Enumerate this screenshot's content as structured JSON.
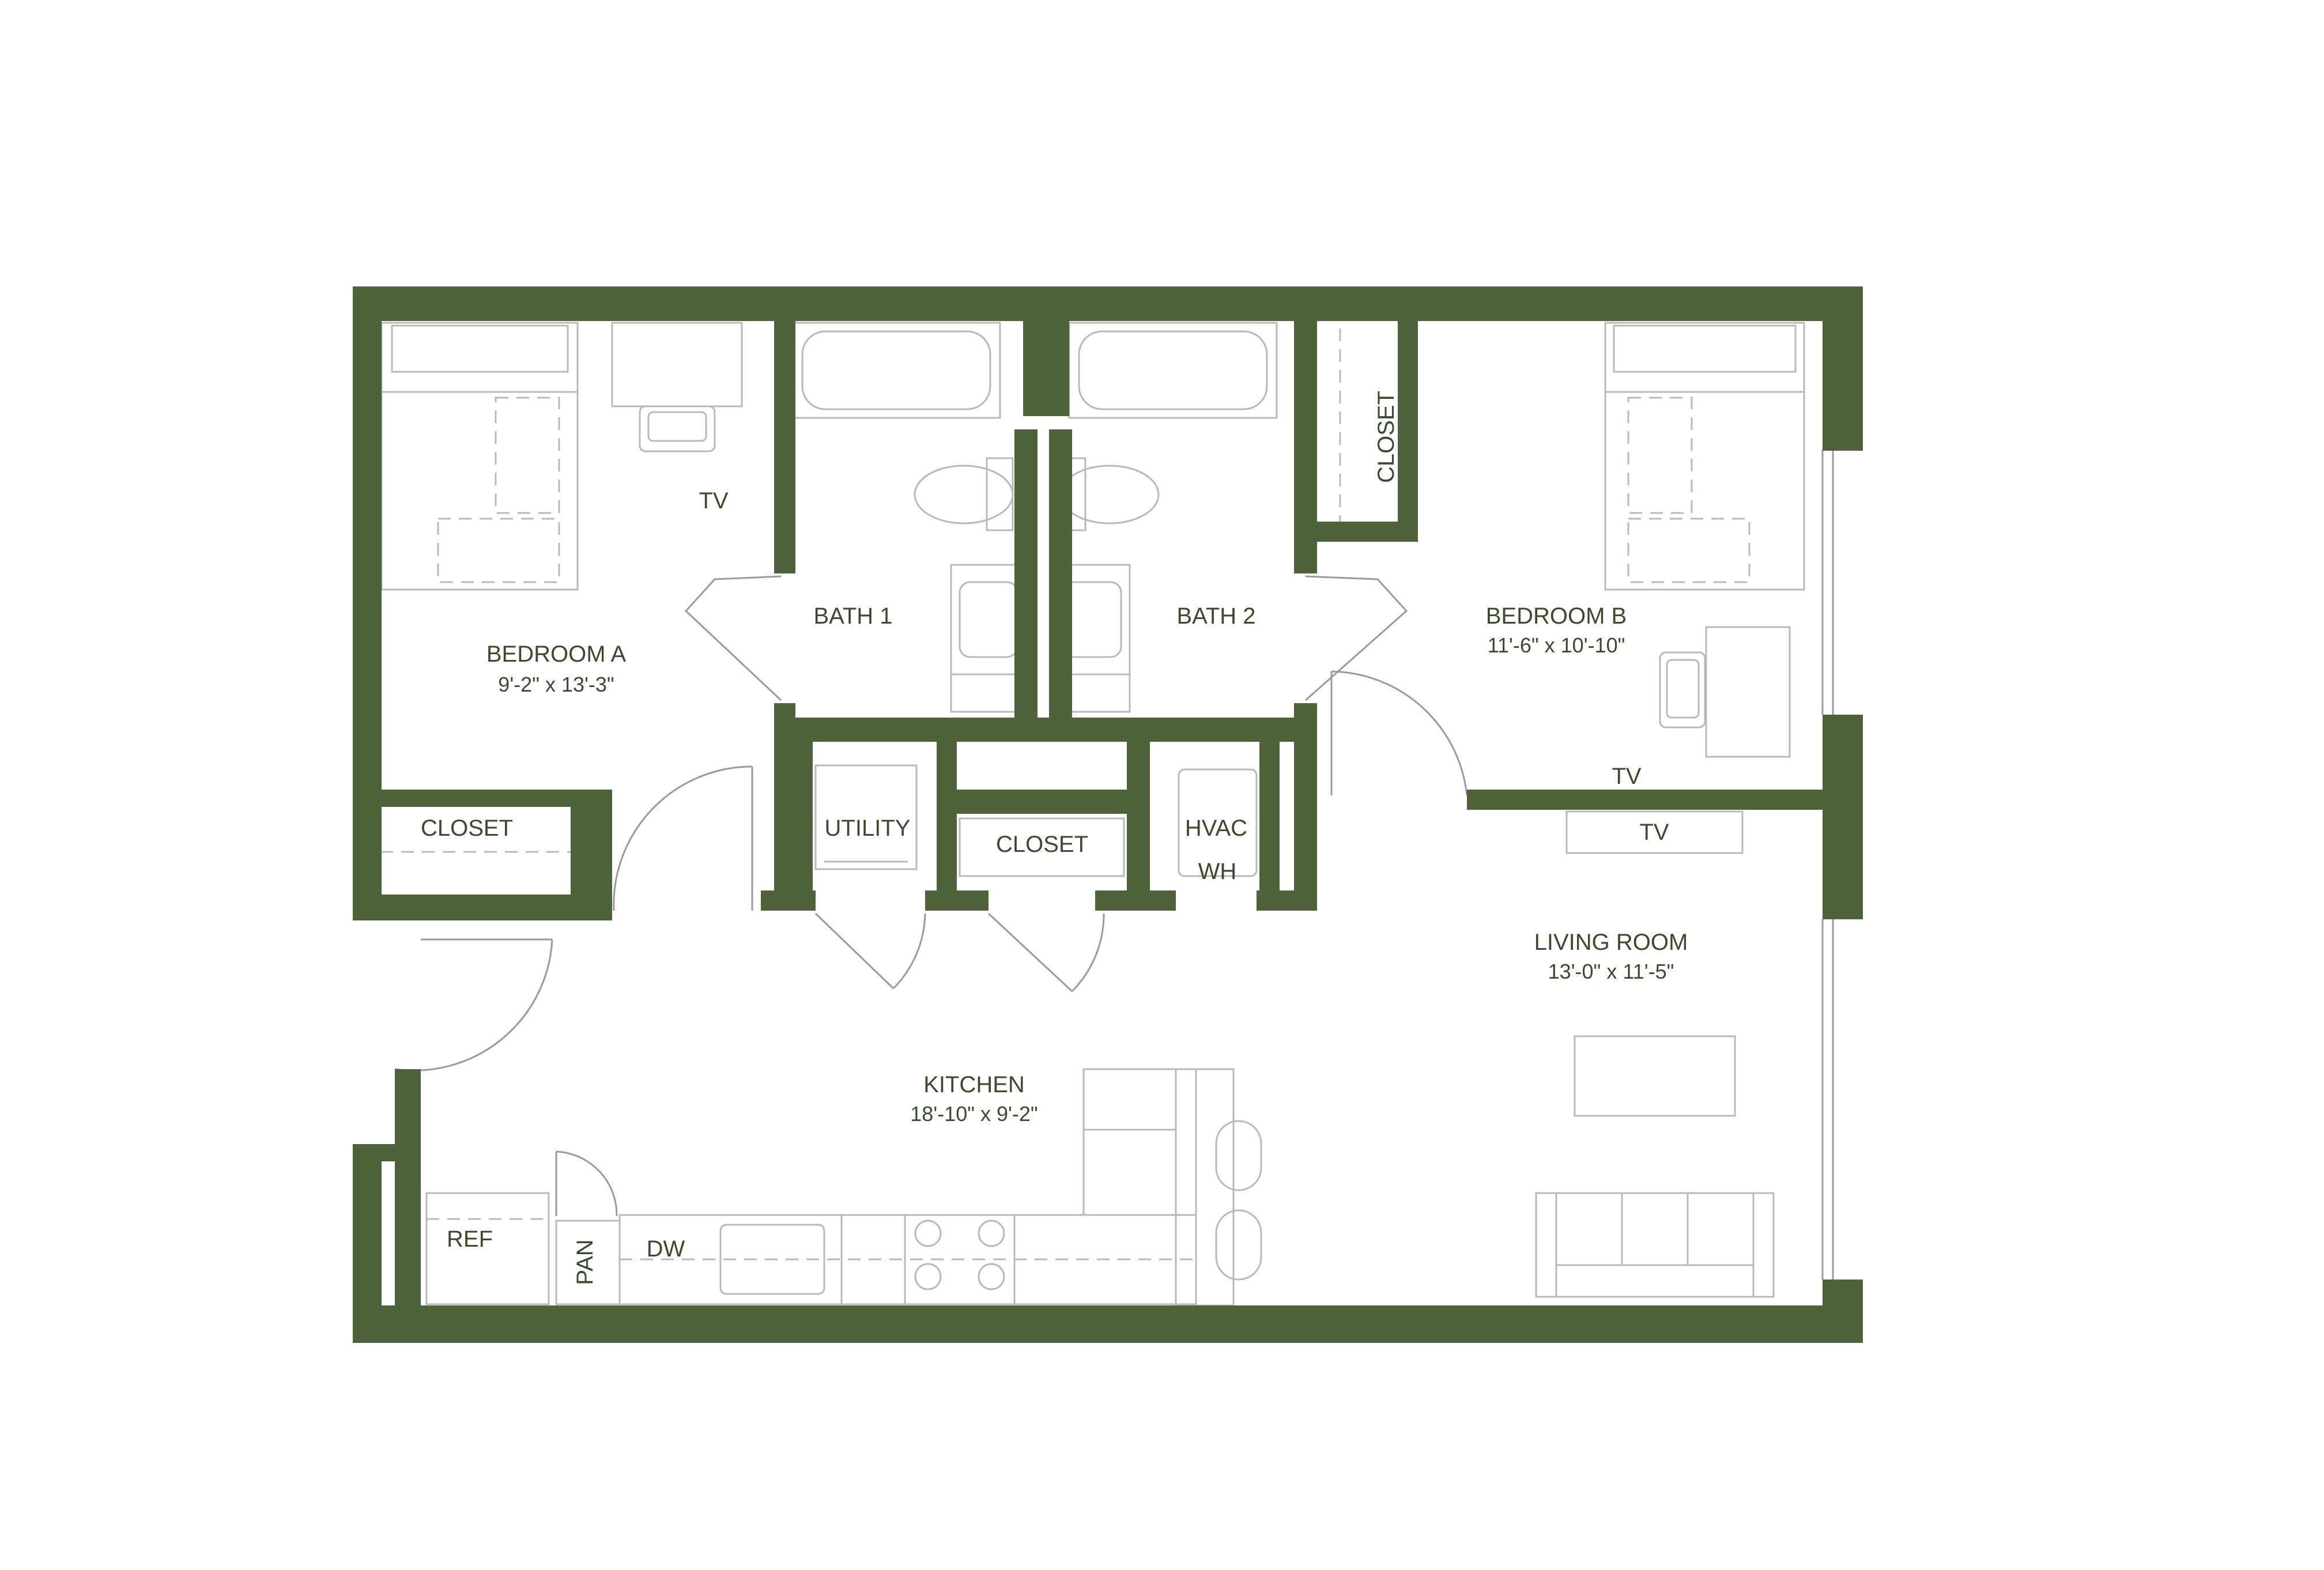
{
  "colors": {
    "wall": "#4e633a",
    "label": "#3b4a2c",
    "fixture": "#b9b9b9",
    "background": "#ffffff"
  },
  "rooms": {
    "bedroom_a": {
      "name": "BEDROOM  A",
      "dims": "9'-2\" x 13'-3\""
    },
    "bedroom_b": {
      "name": "BEDROOM  B",
      "dims": "11'-6\" x 10'-10\""
    },
    "bath_1": {
      "name": "BATH 1"
    },
    "bath_2": {
      "name": "BATH 2"
    },
    "living_room": {
      "name": "LIVING ROOM",
      "dims": "13'-0\" x 11'-5\""
    },
    "kitchen": {
      "name": "KITCHEN",
      "dims": "18'-10\" x 9'-2\""
    }
  },
  "labels": {
    "closet_a": "CLOSET",
    "closet_b": "CLOSET",
    "closet_hall": "CLOSET",
    "utility": "UTILITY",
    "hvac": "HVAC",
    "wh": "WH",
    "tv_a": "TV",
    "tv_b": "TV",
    "tv_living": "TV",
    "ref": "REF",
    "pan": "PAN",
    "dw": "DW"
  },
  "icons": {
    "bed": "bed-icon",
    "desk": "desk-icon",
    "chair": "chair-icon",
    "bathtub": "bathtub-icon",
    "toilet": "toilet-icon",
    "sink": "sink-icon",
    "door_swing": "door-swing-icon",
    "cooktop": "cooktop-icon",
    "sofa": "sofa-icon",
    "coffee_table": "coffee-table-icon",
    "stool": "stool-icon"
  }
}
